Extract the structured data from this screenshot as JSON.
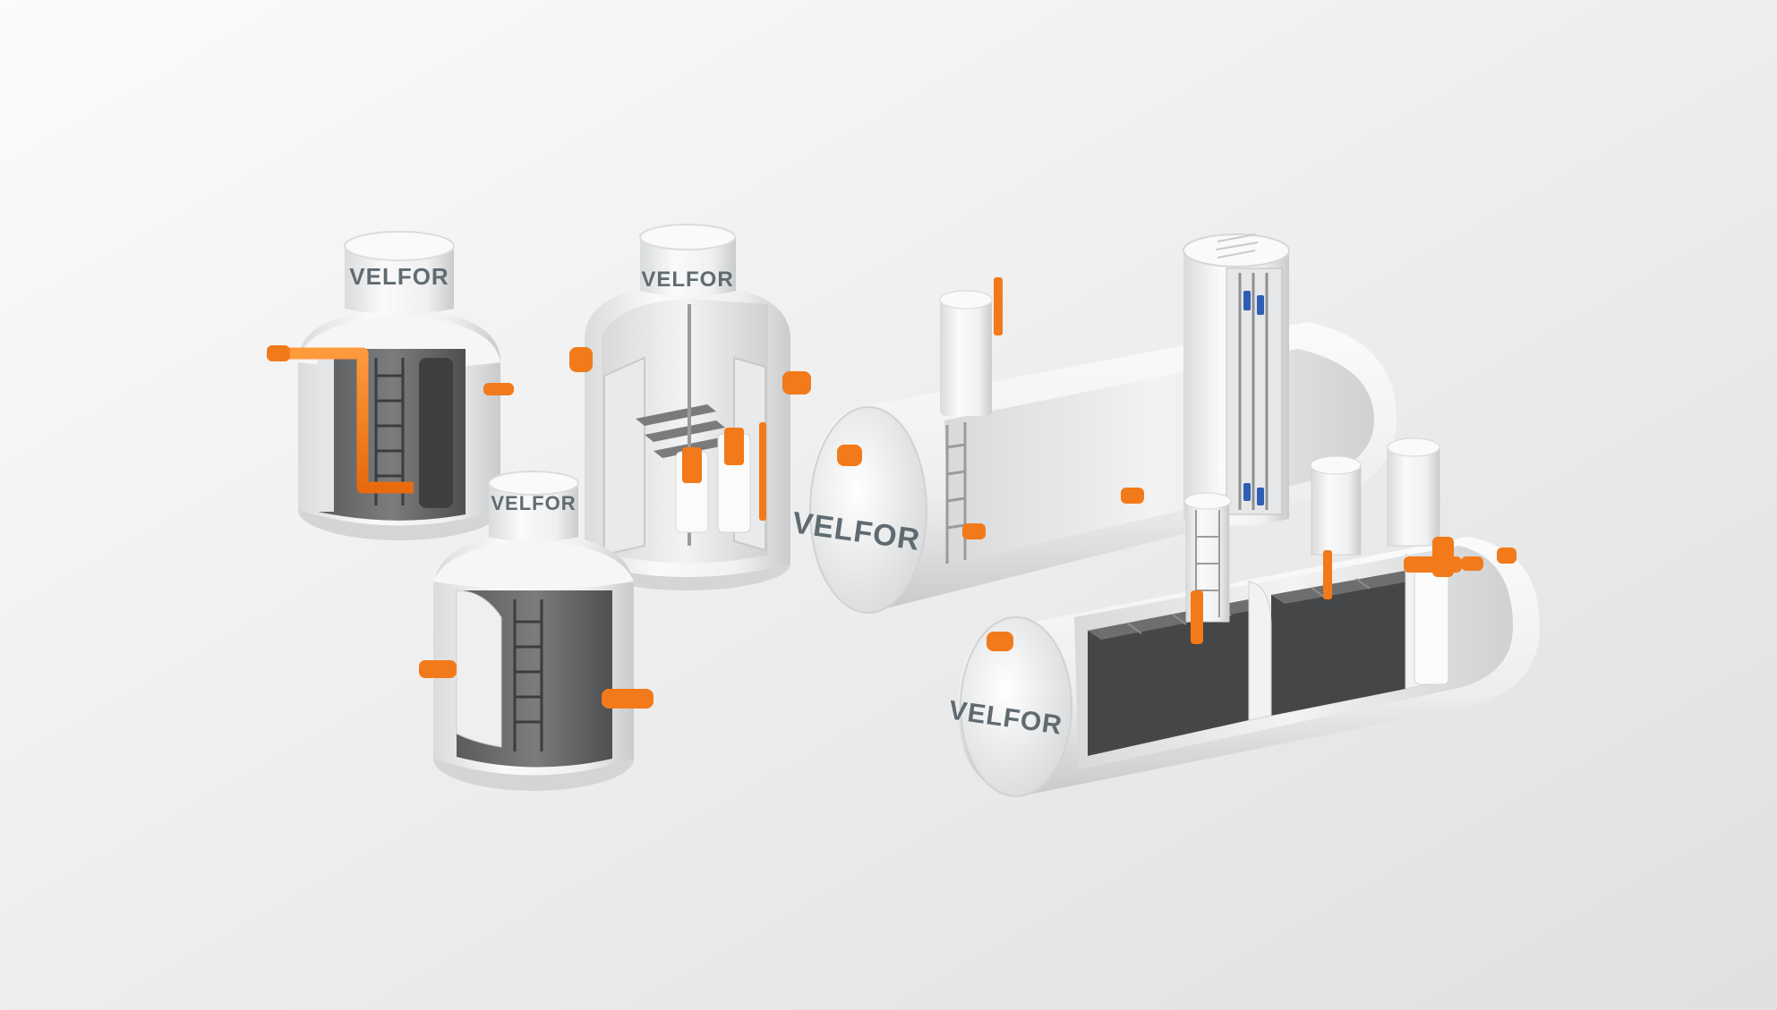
{
  "brand": {
    "label_tank_1": "VELFOR",
    "label_tank_2": "VELFOR",
    "label_tank_3": "VELFOR",
    "label_tank_4": "VELFOR",
    "label_tank_5": "VELFOR"
  },
  "colors": {
    "background_light": "#fafafa",
    "background_dark": "#e2e2e2",
    "tank_white": "#f4f4f4",
    "tank_shadow": "#d4d6d7",
    "interior_gray": "#6d6e70",
    "interior_dark": "#454648",
    "pipe_orange": "#f27a1a",
    "logo_gray": "#5f6b70",
    "sensor_blue": "#2f5fb3"
  }
}
